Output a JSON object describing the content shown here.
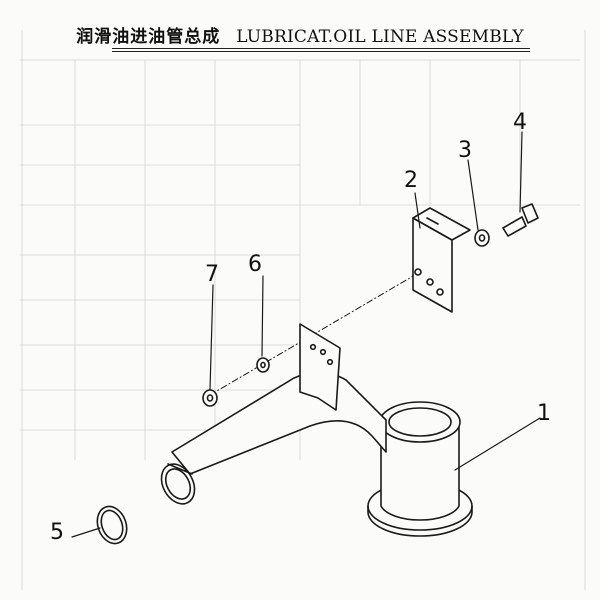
{
  "title": {
    "chinese": "润滑油进油管总成",
    "english": "LUBRICAT.OIL LINE ASSEMBLY"
  },
  "callouts": [
    "1",
    "2",
    "3",
    "4",
    "5",
    "6",
    "7"
  ],
  "parts": [
    {
      "name": "oil-pickup-pipe"
    },
    {
      "name": "mounting-bracket"
    },
    {
      "name": "washer"
    },
    {
      "name": "bolt"
    },
    {
      "name": "o-ring"
    },
    {
      "name": "spring-washer"
    },
    {
      "name": "nut"
    }
  ]
}
